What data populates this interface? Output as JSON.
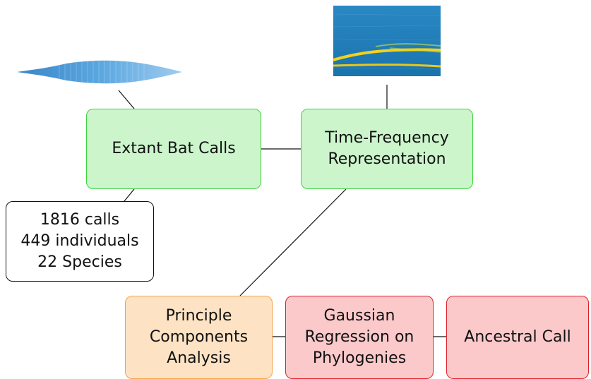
{
  "nodes": {
    "extant_bat_calls": {
      "label": "Extant Bat Calls"
    },
    "time_frequency": {
      "lines": [
        "Time-Frequency",
        "Representation"
      ]
    },
    "stats": {
      "lines": [
        "1816 calls",
        "449 individuals",
        "22 Species"
      ]
    },
    "pca": {
      "lines": [
        "Principle",
        "Components",
        "Analysis"
      ]
    },
    "gaussian_regression": {
      "lines": [
        "Gaussian",
        "Regression on",
        "Phylogenies"
      ]
    },
    "ancestral_call": {
      "label": "Ancestral Call"
    }
  },
  "images": {
    "waveform": "waveform-image",
    "spectrogram": "spectrogram-image"
  },
  "colors": {
    "green_fill": "#ccf5cc",
    "green_border": "#3ed33e",
    "orange_fill": "#fde3c4",
    "orange_border": "#f5a34a",
    "red_fill": "#fcc9cb",
    "red_border": "#e0202a",
    "waveform": "#4a9ad8",
    "spectrogram_bg": "#1f7fb8",
    "spectrogram_line": "#f2d21a"
  }
}
